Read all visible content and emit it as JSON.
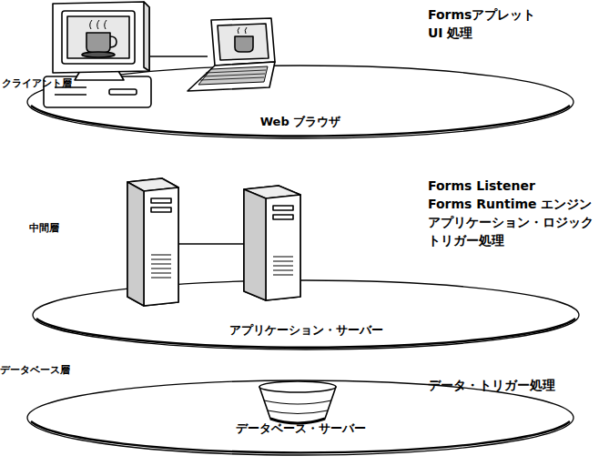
{
  "diagram": {
    "nodes": [
      {
        "text": [
          "Web ブラウザ"
        ]
      },
      {
        "text": [
          "アプリケーション・サーバー"
        ]
      },
      {
        "text": [
          "データベース・サーバー"
        ]
      }
    ],
    "labels": [
      "クライアント層",
      "Formsアプレット",
      "UI 処理",
      "中間層",
      "Forms Listener",
      "Forms Runtime エンジン",
      "アプリケーション・ロジック",
      "トリガー処理",
      "データベース層",
      "データ・トリガー処理"
    ]
  }
}
